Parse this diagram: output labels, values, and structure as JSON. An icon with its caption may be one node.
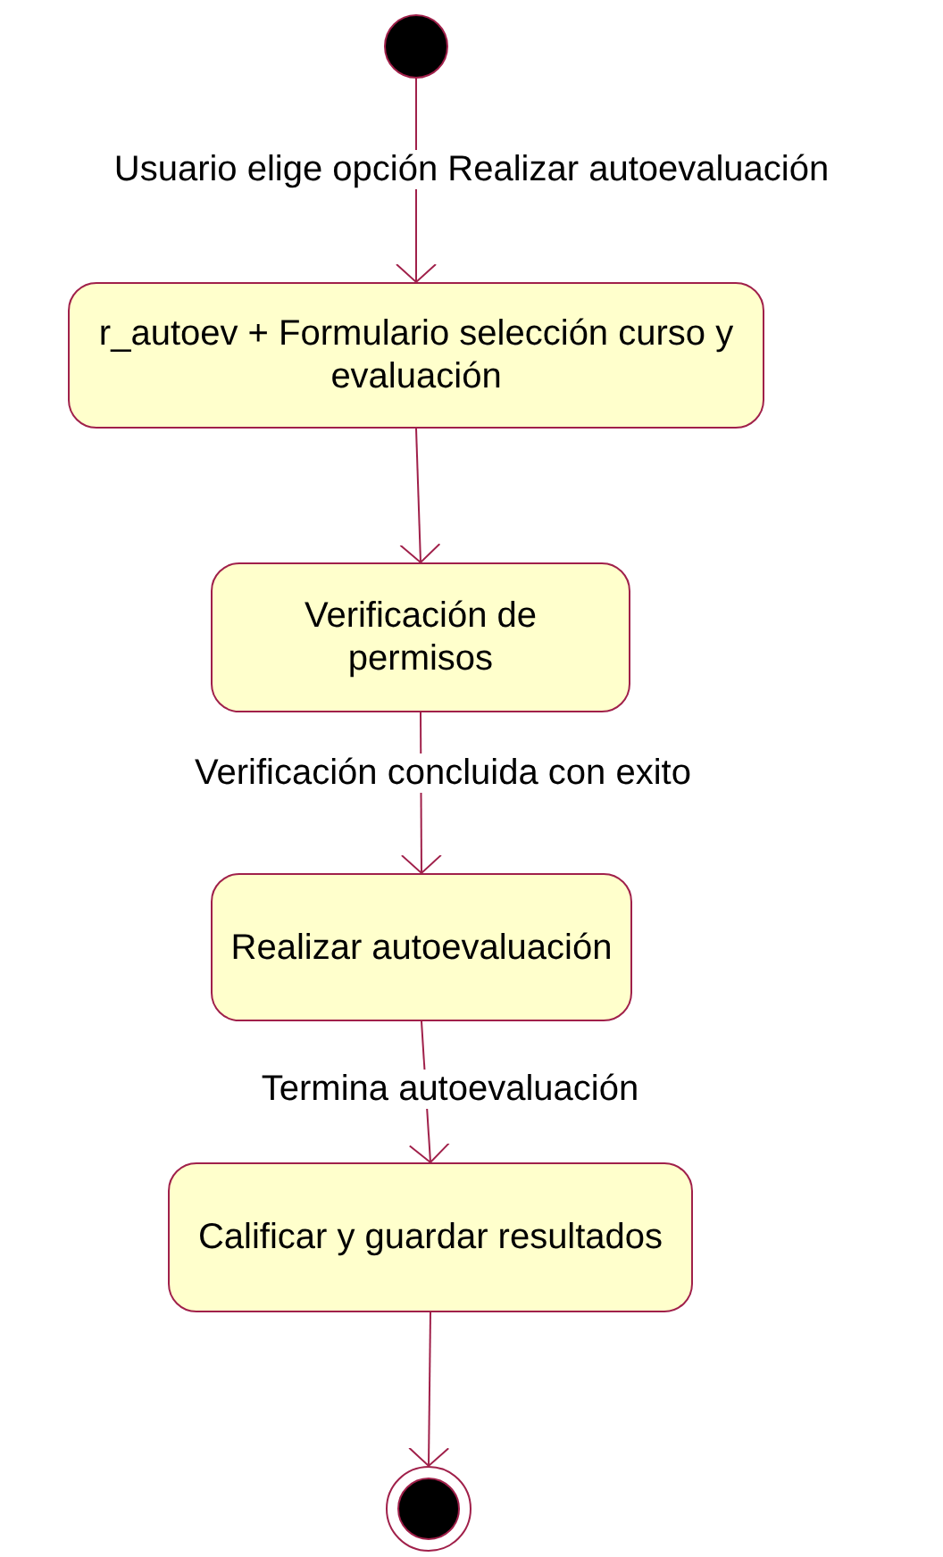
{
  "diagram": {
    "nodes": [
      {
        "text": [],
        "shape": "circle"
      },
      {
        "text": [
          "r_autoev + Formulario selección curso y evaluación"
        ]
      },
      {
        "text": [
          "Verificación de permisos"
        ]
      },
      {
        "text": [
          "Realizar autoevaluación"
        ]
      },
      {
        "text": [
          "Calificar y guardar resultados"
        ]
      },
      {
        "text": [],
        "shape": "bullseye"
      }
    ],
    "edges": [
      {
        "from": 0,
        "to": 1,
        "arrow": "to",
        "label": "Usuario elige opción Realizar autoevaluación"
      },
      {
        "from": 1,
        "to": 2,
        "arrow": "to"
      },
      {
        "from": 2,
        "to": 3,
        "arrow": "to",
        "label": "Verificación concluida con exito"
      },
      {
        "from": 3,
        "to": 4,
        "arrow": "to",
        "label": "Termina autoevaluación"
      },
      {
        "from": 4,
        "to": 5,
        "arrow": "to"
      }
    ]
  }
}
